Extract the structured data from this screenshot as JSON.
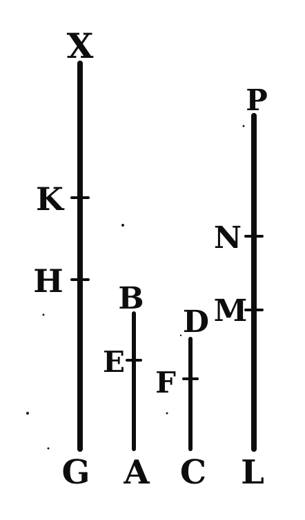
{
  "figure": {
    "ink_color": "#0d0d0d",
    "paper_color": "#ffffff",
    "labels": {
      "X": "X",
      "K": "K",
      "H": "H",
      "G": "G",
      "B": "B",
      "E": "E",
      "A": "A",
      "F": "F",
      "D": "D",
      "C": "C",
      "P": "P",
      "N": "N",
      "M": "M",
      "L": "L"
    },
    "segments": [
      "XG",
      "BA",
      "DC",
      "PL"
    ],
    "division_points": {
      "XG": [
        "K",
        "H"
      ],
      "BA": [
        "E"
      ],
      "DC": [
        "F"
      ],
      "PL": [
        "N",
        "M"
      ]
    }
  }
}
